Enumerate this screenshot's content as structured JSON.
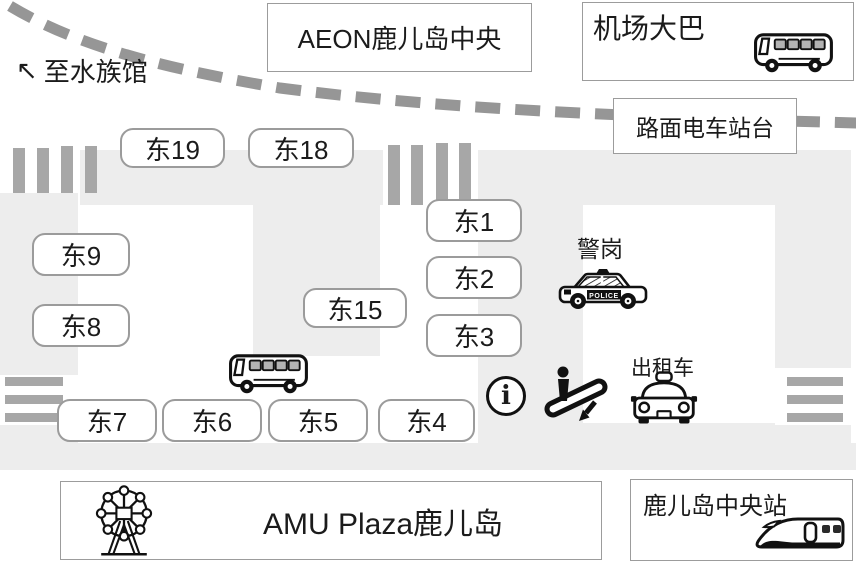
{
  "map": {
    "direction_note": {
      "arrow": "↖",
      "label": "至水族馆"
    },
    "buildings": {
      "aeon": "AEON鹿儿岛中央",
      "airport_bus": "机场大巴",
      "tram_platform": "路面电车站台",
      "amu_plaza": "AMU Plaza鹿儿岛",
      "station": "鹿儿岛中央站"
    },
    "poi": {
      "police": "警岗",
      "police_car_text": "POLICE",
      "taxi": "出租车",
      "info": "i"
    },
    "bus_stops": [
      {
        "label": "东19"
      },
      {
        "label": "东18"
      },
      {
        "label": "东9"
      },
      {
        "label": "东8"
      },
      {
        "label": "东1"
      },
      {
        "label": "东2"
      },
      {
        "label": "东3"
      },
      {
        "label": "东15"
      },
      {
        "label": "东7"
      },
      {
        "label": "东6"
      },
      {
        "label": "东5"
      },
      {
        "label": "东4"
      }
    ],
    "colors": {
      "road": "#ededed",
      "crosswalk_stripe": "#a7a7a7",
      "dashed_route": "#969696",
      "outline": "#9b9b9b",
      "ink": "#1b1b1b"
    }
  }
}
